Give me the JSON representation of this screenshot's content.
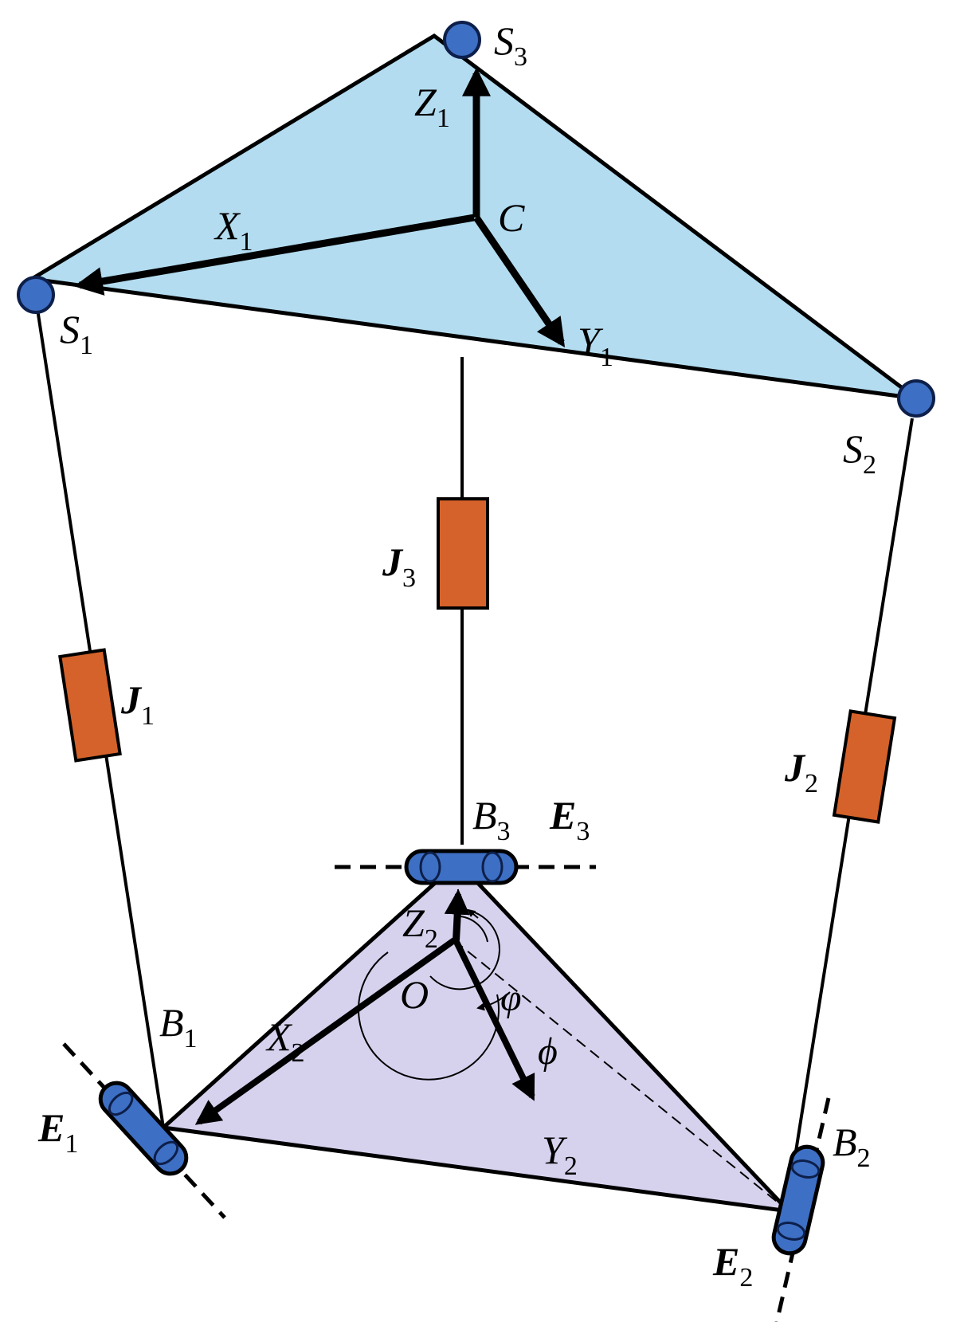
{
  "colors": {
    "upper_platform": "#b3dcf0",
    "lower_platform": "#d6d2ee",
    "joint_ball": "#3d6fc4",
    "joint_ball_stroke": "#0d1f4a",
    "prismatic_actuator": "#d4622a",
    "hinge": "#3d6fc4",
    "line": "#000000"
  },
  "labels": {
    "S1": {
      "base": "S",
      "sub": "1"
    },
    "S2": {
      "base": "S",
      "sub": "2"
    },
    "S3": {
      "base": "S",
      "sub": "3"
    },
    "C": "C",
    "X1": {
      "base": "X",
      "sub": "1"
    },
    "Y1": {
      "base": "Y",
      "sub": "1"
    },
    "Z1": {
      "base": "Z",
      "sub": "1"
    },
    "J1": {
      "base": "J",
      "sub": "1"
    },
    "J2": {
      "base": "J",
      "sub": "2"
    },
    "J3": {
      "base": "J",
      "sub": "3"
    },
    "B1": {
      "base": "B",
      "sub": "1"
    },
    "B2": {
      "base": "B",
      "sub": "2"
    },
    "B3": {
      "base": "B",
      "sub": "3"
    },
    "E1": {
      "base": "E",
      "sub": "1"
    },
    "E2": {
      "base": "E",
      "sub": "2"
    },
    "E3": {
      "base": "E",
      "sub": "3"
    },
    "O": "O",
    "X2": {
      "base": "X",
      "sub": "2"
    },
    "Y2": {
      "base": "Y",
      "sub": "2"
    },
    "Z2": {
      "base": "Z",
      "sub": "2"
    },
    "varphi": "φ",
    "phi": "ϕ"
  }
}
